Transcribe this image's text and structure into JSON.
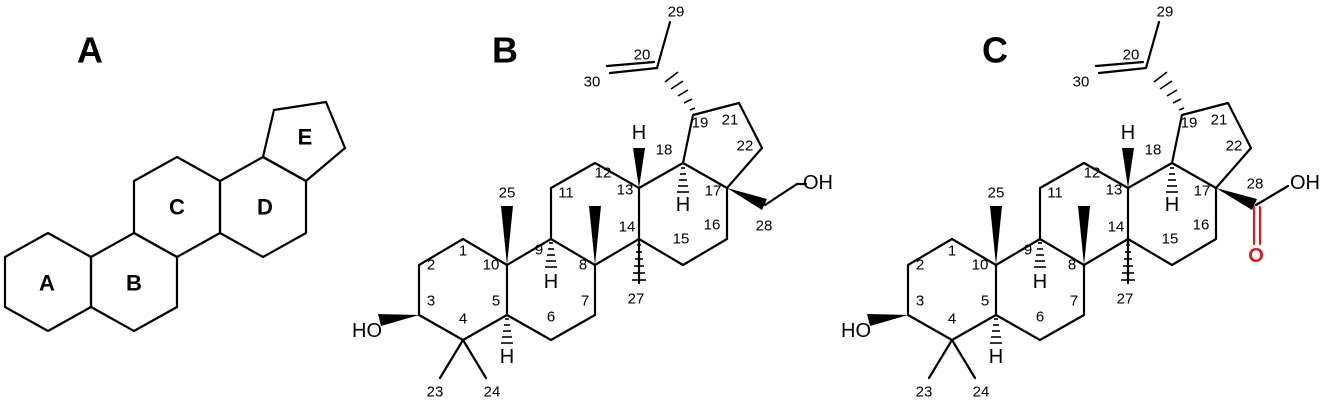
{
  "panels": {
    "A": {
      "label": "A",
      "rings": [
        "A",
        "B",
        "C",
        "D",
        "E"
      ]
    },
    "B": {
      "label": "B",
      "numbers": [
        "1",
        "2",
        "3",
        "4",
        "5",
        "6",
        "7",
        "8",
        "9",
        "10",
        "11",
        "12",
        "13",
        "14",
        "15",
        "16",
        "17",
        "18",
        "19",
        "20",
        "21",
        "22",
        "23",
        "24",
        "25",
        "27",
        "28",
        "29",
        "30"
      ],
      "atoms": {
        "HO": "HO",
        "H": "H",
        "OH": "OH"
      }
    },
    "C": {
      "label": "C",
      "numbers": [
        "1",
        "2",
        "3",
        "4",
        "5",
        "6",
        "7",
        "8",
        "9",
        "10",
        "11",
        "12",
        "13",
        "14",
        "15",
        "16",
        "17",
        "18",
        "19",
        "20",
        "21",
        "22",
        "23",
        "24",
        "25",
        "27",
        "28",
        "29",
        "30"
      ],
      "atoms": {
        "HO": "HO",
        "H": "H",
        "OH": "OH",
        "O": "O"
      }
    }
  },
  "colors": {
    "bond": "#000000",
    "carbonyl": "#d11f1f"
  }
}
